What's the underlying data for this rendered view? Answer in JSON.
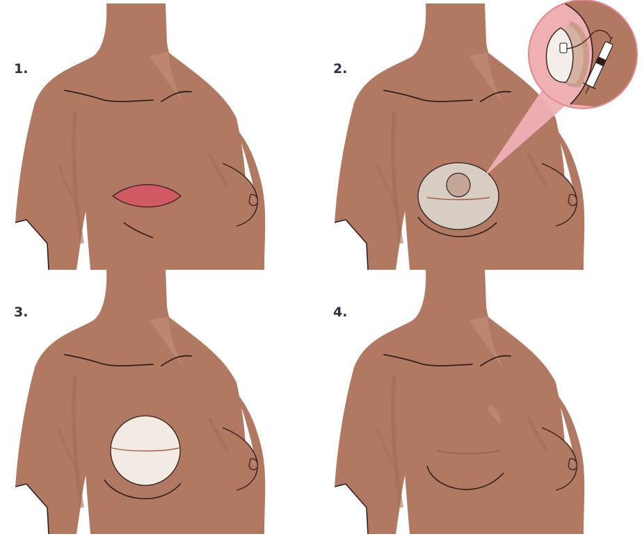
{
  "colors": {
    "skin": "#b27962",
    "skin_shadow": "#a36c57",
    "skin_highlight": "#bd8670",
    "outline": "#2e1f1c",
    "incision": "#cf5a63",
    "expander_fill": "#d8cdc2",
    "expander_port": "#c5a596",
    "implant_fill": "#f2ebe3",
    "magnifier_pink": "#eeb0b3",
    "magnifier_ring": "#e2878e",
    "scar": "#8e4d3b"
  },
  "panels": [
    {
      "label": "1.",
      "stage": "incision"
    },
    {
      "label": "2.",
      "stage": "tissue-expander"
    },
    {
      "label": "3.",
      "stage": "implant"
    },
    {
      "label": "4.",
      "stage": "healed"
    }
  ],
  "inset": {
    "icons": [
      "expander-cross-section-icon",
      "syringe-icon"
    ]
  }
}
